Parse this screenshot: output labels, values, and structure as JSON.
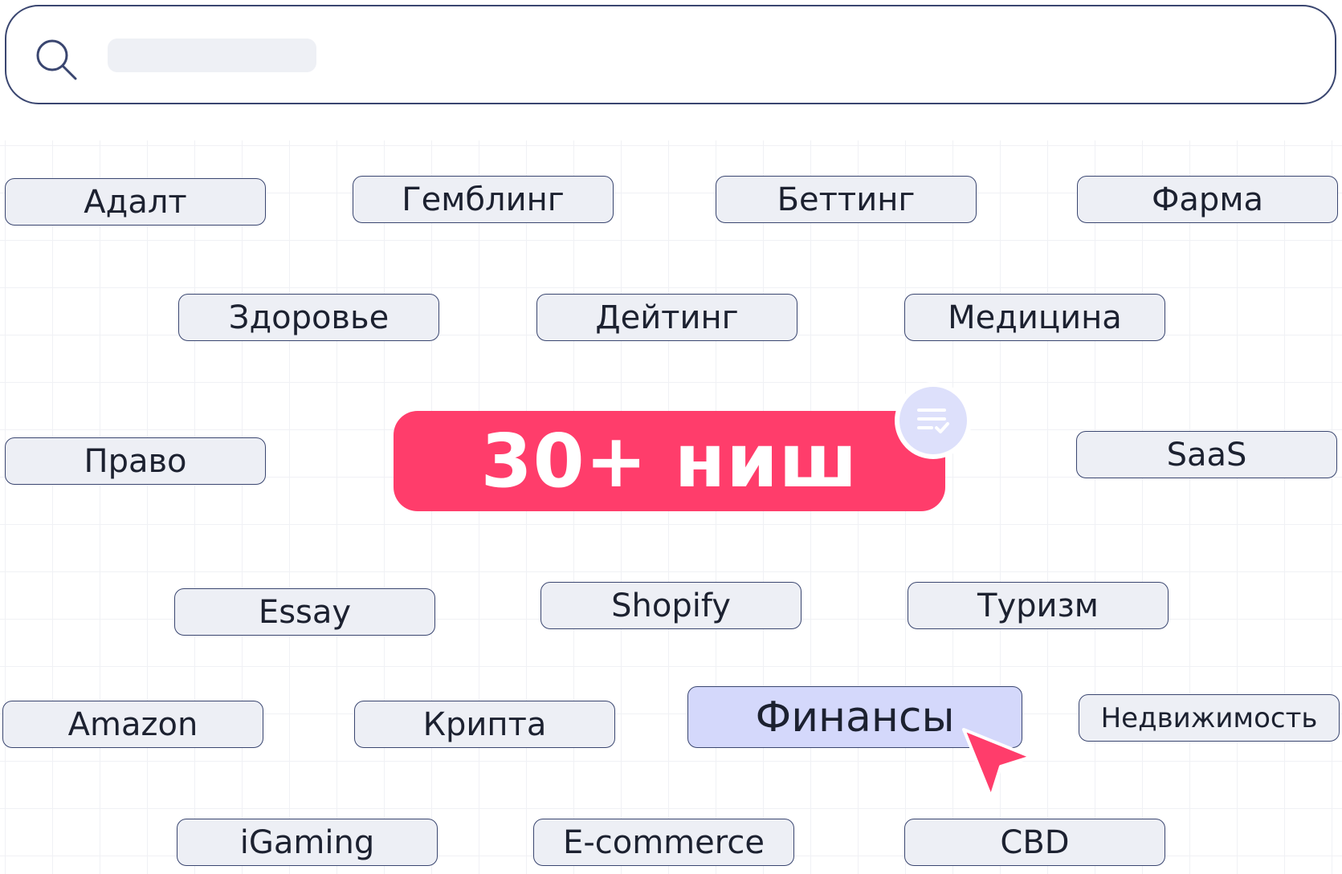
{
  "search": {
    "placeholder": "",
    "value": ""
  },
  "badge": {
    "text": "30+ ниш"
  },
  "tags": [
    {
      "label": "Адалт",
      "selected": false
    },
    {
      "label": "Гемблинг",
      "selected": false
    },
    {
      "label": "Беттинг",
      "selected": false
    },
    {
      "label": "Фарма",
      "selected": false
    },
    {
      "label": "Здоровье",
      "selected": false
    },
    {
      "label": "Дейтинг",
      "selected": false
    },
    {
      "label": "Медицина",
      "selected": false
    },
    {
      "label": "Право",
      "selected": false
    },
    {
      "label": "SaaS",
      "selected": false
    },
    {
      "label": "Essay",
      "selected": false
    },
    {
      "label": "Shopify",
      "selected": false
    },
    {
      "label": "Туризм",
      "selected": false
    },
    {
      "label": "Amazon",
      "selected": false
    },
    {
      "label": "Крипта",
      "selected": false
    },
    {
      "label": "Финансы",
      "selected": true
    },
    {
      "label": "Недвижимость",
      "selected": false
    },
    {
      "label": "iGaming",
      "selected": false
    },
    {
      "label": "E-commerce",
      "selected": false
    },
    {
      "label": "CBD",
      "selected": false
    }
  ],
  "icons": {
    "search": "search-icon",
    "badge": "checklist-icon",
    "cursor": "cursor-arrow-icon"
  },
  "colors": {
    "accent": "#ff3d6b",
    "tag_background": "#edeff5",
    "tag_selected_background": "#d4d8fb",
    "border": "#3a4670"
  }
}
